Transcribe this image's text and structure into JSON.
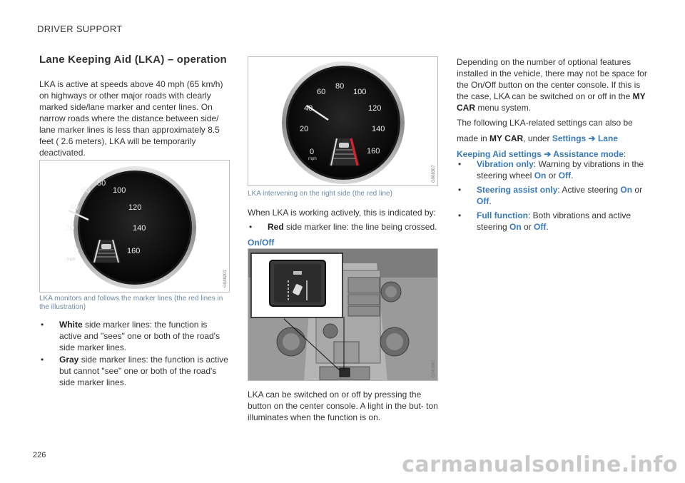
{
  "header": "DRIVER SUPPORT",
  "page_number": "226",
  "watermark": "carmanualsonline.info",
  "title": "Lane Keeping Aid (LKA) – operation",
  "intro": "LKA is active at speeds above 40 mph (65 km/h) on highways or other major roads with clearly marked side/lane marker and center lines. On narrow roads where the distance between side/ lane marker lines is less than approximately 8.5 feet ( 2.6 meters), LKA will be temporarily deactivated.",
  "figure1": {
    "code": "G048201",
    "caption": "LKA monitors and follows the marker lines (the red lines in the illustration)"
  },
  "figure2": {
    "code": "G008307",
    "caption": "LKA intervening on the right side (the red line)"
  },
  "figure3": {
    "code": "G043861"
  },
  "gauge": {
    "labels": [
      "0",
      "20",
      "40",
      "60",
      "80",
      "100",
      "120",
      "140",
      "160"
    ],
    "unit": "mph"
  },
  "bullets_col1": [
    {
      "term": "White",
      "text": " side marker lines: the function is active and \"sees\" one or both of the road's side marker lines."
    },
    {
      "term": "Gray",
      "text": " side marker lines: the function is active but cannot \"see\" one or both of the road's side marker lines."
    }
  ],
  "col2": {
    "active_text": "When LKA is working actively, this is indicated by:",
    "bullet_term": "Red",
    "bullet_text": " side marker line: the line being crossed.",
    "subhead": "On/Off",
    "onoff_text": "LKA can be switched on or off by pressing the button on the center console. A light in the but- ton illuminates when the function is on."
  },
  "col3": {
    "depending": "Depending on the number of optional features installed in the vehicle, there may not be space for the On/Off button on the center console. If this is the case, LKA can be switched on or off in the ",
    "my_car": "MY CAR",
    "menu_system": " menu system.",
    "following": "The following LKA-related settings can also be made in ",
    "under": ", under ",
    "settings": "Settings",
    "lane_keeping": "Lane Keeping Aid settings",
    "assistance": "Assistance mode",
    "colon": ":",
    "bullets": [
      {
        "term": "Vibration only",
        "text": ": Warning by vibrations in the steering wheel ",
        "on": "On",
        "or": " or ",
        "off": "Off",
        "end": "."
      },
      {
        "term": "Steering assist only",
        "text": ": Active steering ",
        "on": "On",
        "or": " or ",
        "off": "Off",
        "end": "."
      },
      {
        "term": "Full function",
        "text": ": Both vibrations and active steering ",
        "on": "On",
        "or": " or ",
        "off": "Off",
        "end": "."
      }
    ]
  },
  "colors": {
    "accent": "#3a7ab8",
    "caption": "#6e8aa6",
    "lane_red": "#e0202a"
  }
}
